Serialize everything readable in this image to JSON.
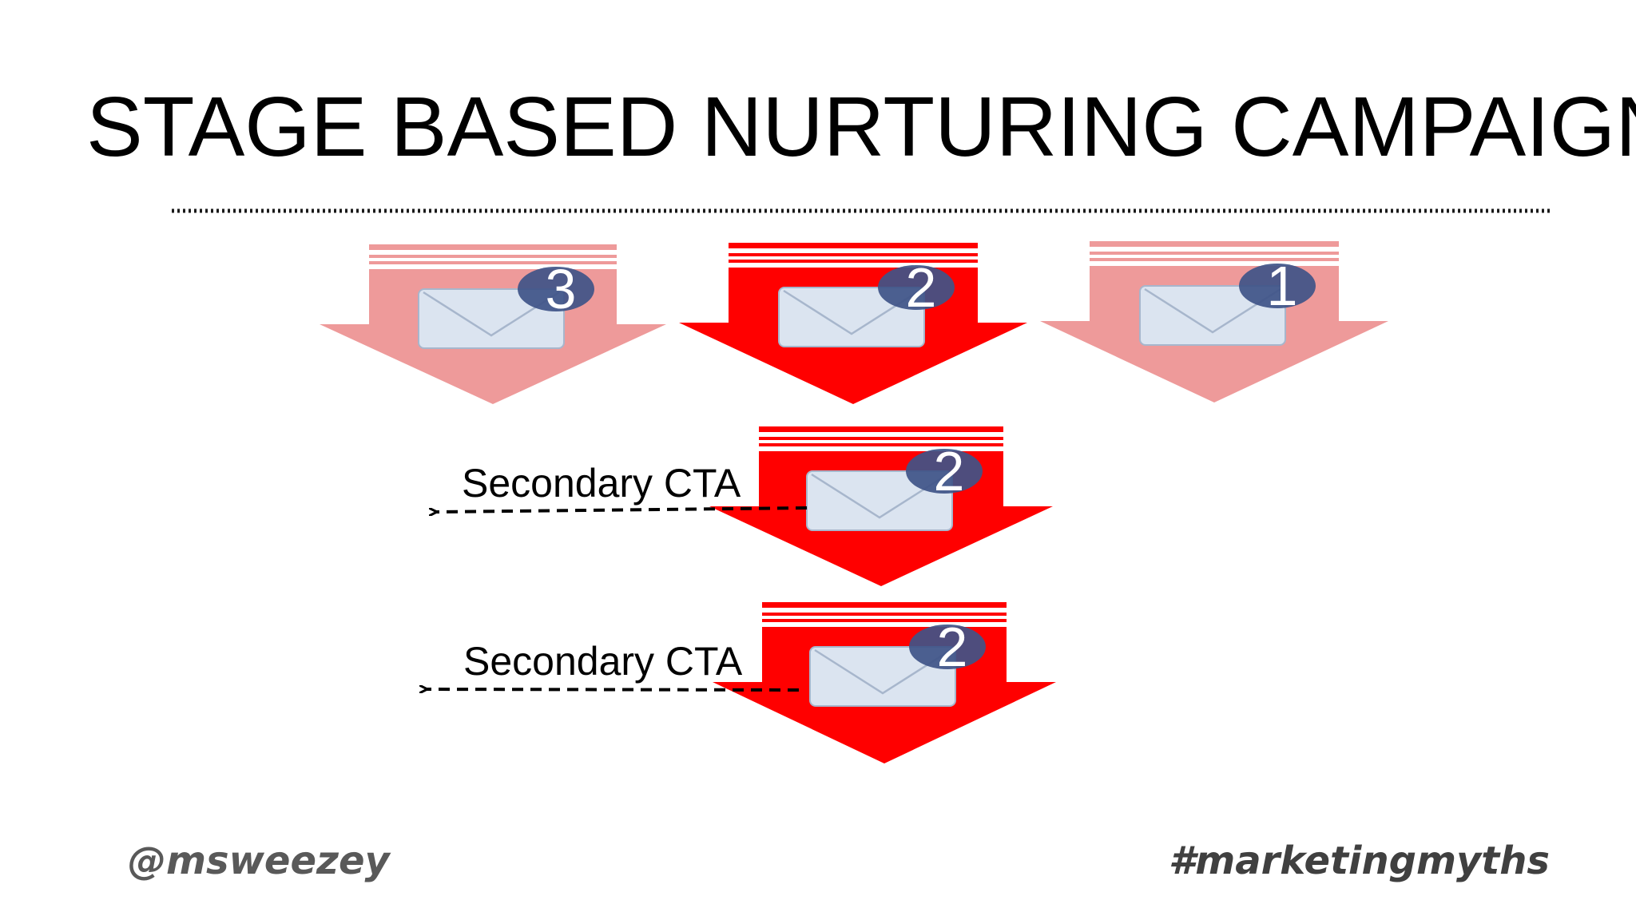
{
  "slide": {
    "title": "STAGE BASED NURTURING CAMPAIGN",
    "footer_left": "@msweezey",
    "footer_right": "#marketingmyths"
  },
  "colors": {
    "arrow_active": "#ff0000",
    "arrow_faded": "#ee9a9a",
    "envelope_fill": "#dbe4f0",
    "envelope_stroke": "#a7b6cc",
    "badge_fill": "#3f5488",
    "badge_text": "#ffffff",
    "divider": "#1a1a1a",
    "cta_text": "#000000",
    "footer_left": "#595959",
    "footer_right": "#404040"
  },
  "stages": [
    {
      "badge": "3",
      "state": "faded"
    },
    {
      "badge": "2",
      "state": "active"
    },
    {
      "badge": "1",
      "state": "faded"
    }
  ],
  "followups": [
    {
      "badge": "2",
      "state": "active",
      "cta_label": "Secondary CTA"
    },
    {
      "badge": "2",
      "state": "active",
      "cta_label": "Secondary CTA"
    }
  ]
}
